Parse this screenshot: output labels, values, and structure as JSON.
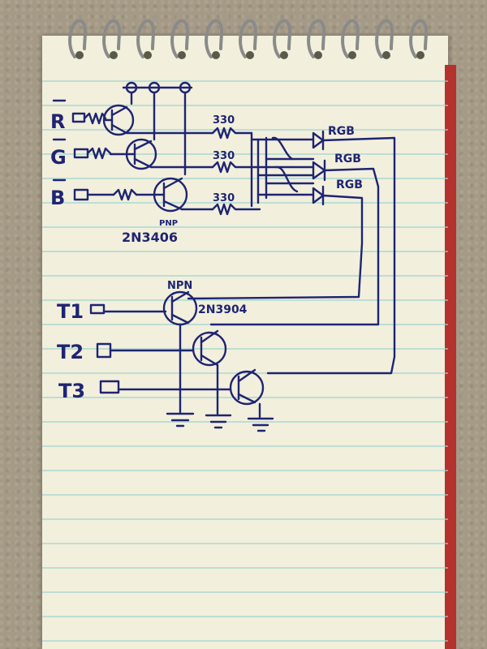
{
  "labels": {
    "r": "R",
    "g": "G",
    "b": "B",
    "res1": "330",
    "res2": "330",
    "res3": "330",
    "led1": "RGB",
    "led2": "RGB",
    "led3": "RGB",
    "pnp": "PNP",
    "pnp_part": "2N3406",
    "npn": "NPN",
    "npn_part": "2N3904",
    "t1": "T1",
    "t2": "T2",
    "t3": "T3"
  },
  "colors": {
    "ink": "#1f2472",
    "paper": "#f2efdc",
    "rule_line": "#9fd3cf"
  }
}
